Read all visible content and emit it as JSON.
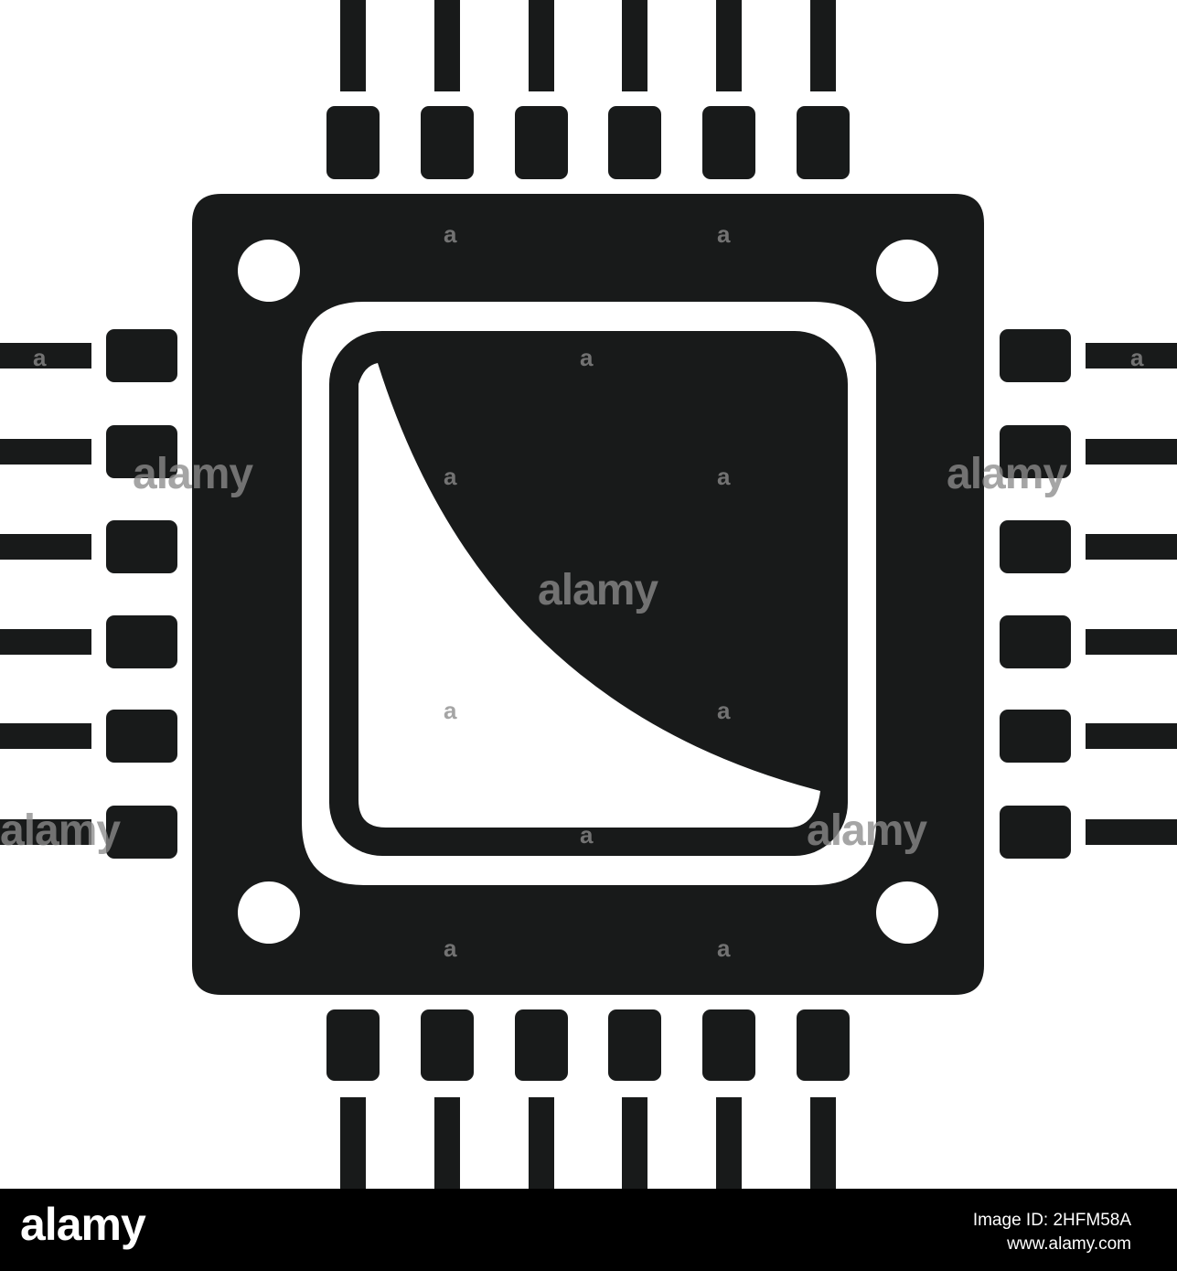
{
  "icon": {
    "name": "cpu-chip-icon",
    "fill_color": "#181a1a",
    "background_color": "#ffffff"
  },
  "watermark": {
    "text_large": "alamy",
    "text_small": "a"
  },
  "footer": {
    "logo": "alamy",
    "image_id": "Image ID: 2HFM58A",
    "site": "www.alamy.com",
    "background_color": "#000000"
  }
}
